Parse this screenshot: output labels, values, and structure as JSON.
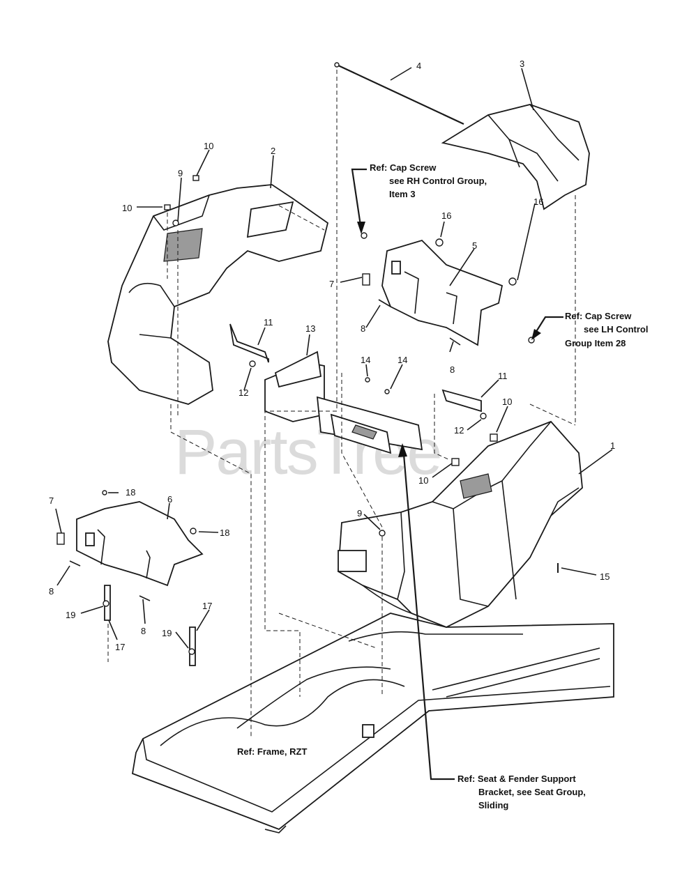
{
  "watermark": "PartsTree",
  "callouts": {
    "c1": "1",
    "c2": "2",
    "c3": "3",
    "c4": "4",
    "c5": "5",
    "c6": "6",
    "c7a": "7",
    "c7b": "7",
    "c8a": "8",
    "c8b": "8",
    "c8c": "8",
    "c8d": "8",
    "c9a": "9",
    "c9b": "9",
    "c10a": "10",
    "c10b": "10",
    "c10c": "10",
    "c10d": "10",
    "c11a": "11",
    "c11b": "11",
    "c12a": "12",
    "c12b": "12",
    "c13": "13",
    "c14a": "14",
    "c14b": "14",
    "c15": "15",
    "c16a": "16",
    "c16b": "16",
    "c17a": "17",
    "c17b": "17",
    "c18a": "18",
    "c18b": "18",
    "c19a": "19",
    "c19b": "19"
  },
  "refs": {
    "rh_cap_screw": [
      "Ref: Cap Screw",
      "see RH Control Group,",
      "Item 3"
    ],
    "lh_cap_screw": [
      "Ref: Cap Screw",
      "see LH Control",
      "Group  Item 28"
    ],
    "frame": [
      "Ref: Frame, RZT"
    ],
    "seat_support": [
      "Ref: Seat & Fender Support",
      "Bracket, see Seat Group,",
      "Sliding"
    ]
  }
}
